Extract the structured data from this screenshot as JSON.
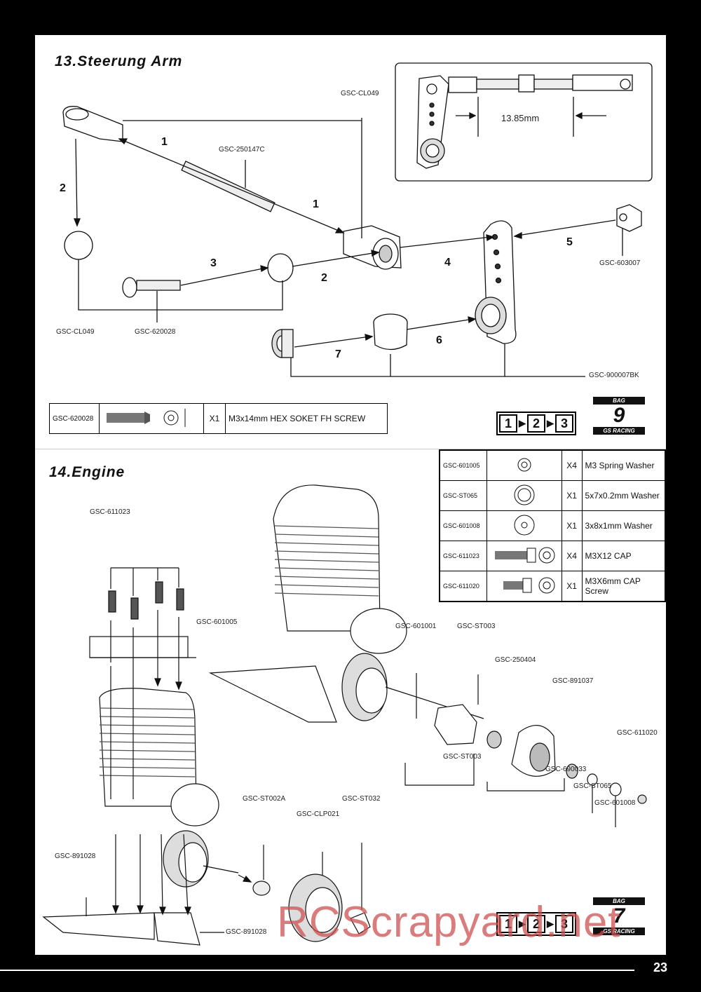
{
  "page_number": "23",
  "watermark": "RCScrapyard.net",
  "section13": {
    "title": "13.Steerung Arm",
    "inset_measure": "13.85mm",
    "labels": {
      "cl049_top": "GSC-CL049",
      "rod": "GSC-250147C",
      "cl049_left": "GSC-CL049",
      "screw": "GSC-620028",
      "nut": "GSC-603007",
      "arm": "GSC-900007BK"
    },
    "steps": [
      "1",
      "1",
      "2",
      "3",
      "2",
      "4",
      "5",
      "6",
      "7"
    ],
    "hardware": {
      "code": "GSC-620028",
      "qty": "X1",
      "desc": "M3x14mm HEX SOKET FH SCREW"
    },
    "bag": {
      "top": "BAG",
      "number": "9",
      "brand": "GS RACING"
    },
    "step_seq": [
      "1",
      "2",
      "3"
    ]
  },
  "section14": {
    "title": "14.Engine",
    "hardware": [
      {
        "code": "GSC-601005",
        "qty": "X4",
        "desc": "M3 Spring Washer"
      },
      {
        "code": "GSC-ST065",
        "qty": "X1",
        "desc": "5x7x0.2mm Washer"
      },
      {
        "code": "GSC-601008",
        "qty": "X1",
        "desc": "3x8x1mm Washer"
      },
      {
        "code": "GSC-611023",
        "qty": "X4",
        "desc": "M3X12 CAP"
      },
      {
        "code": "GSC-611020",
        "qty": "X1",
        "desc": "M3X6mm CAP Screw"
      }
    ],
    "labels": {
      "l611023": "GSC-611023",
      "l601005": "GSC-601005",
      "l601001": "GSC-601001",
      "lst003a": "GSC-ST003",
      "l250404": "GSC-250404",
      "l891037": "GSC-891037",
      "l611020": "GSC-611020",
      "lst003b": "GSC-ST003",
      "l690033": "GSC-690033",
      "lst065": "GSC-ST065",
      "l601008": "GSC-601008",
      "lst002a": "GSC-ST002A",
      "lclp021": "GSC-CLP021",
      "lst032": "GSC-ST032",
      "l891028a": "GSC-891028",
      "l891028b": "GSC-891028"
    },
    "bag": {
      "top": "BAG",
      "number": "7",
      "brand": "GS RACING"
    },
    "step_seq": [
      "1",
      "2",
      "3"
    ]
  }
}
